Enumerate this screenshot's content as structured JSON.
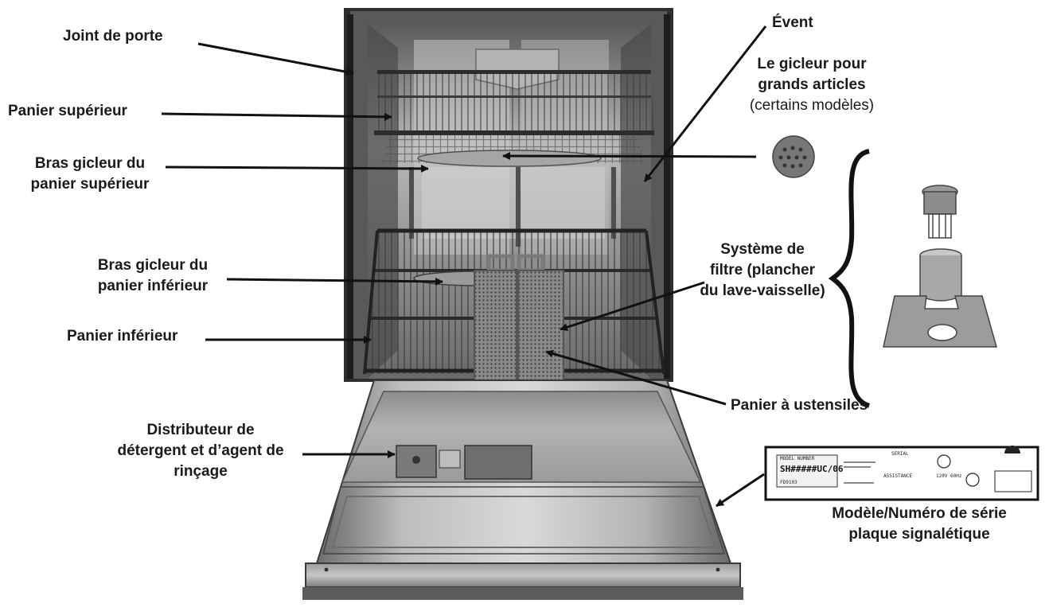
{
  "labels": {
    "door_seal": "Joint de porte",
    "upper_rack": "Panier supérieur",
    "upper_spray_arm": [
      "Bras gicleur du",
      "panier supérieur"
    ],
    "lower_spray_arm": [
      "Bras gicleur du",
      "panier inférieur"
    ],
    "lower_rack": "Panier inférieur",
    "dispenser": [
      "Distributeur de",
      "détergent et d’agent de",
      "rinçage"
    ],
    "vent": "Évent",
    "tall_item_sprayer": [
      "Le gicleur pour",
      "grands articles",
      "(certains modèles)"
    ],
    "filter_system": [
      "Système de",
      "filtre (plancher",
      "du lave-vaisselle)"
    ],
    "silverware_basket": "Panier à ustensiles",
    "rating_plate": [
      "Modèle/Numéro de série",
      "plaque signalétique"
    ]
  },
  "plate": {
    "model_line": "SH#####UC/06",
    "serial_line": "FD9103",
    "text_rows": [
      "MODEL NUMBER",
      "SERIAL",
      "ASSISTANCE",
      "120V 60Hz"
    ]
  },
  "colors": {
    "text": "#1a1a1a",
    "line": "#111111",
    "steel": "#8a8a8a"
  }
}
